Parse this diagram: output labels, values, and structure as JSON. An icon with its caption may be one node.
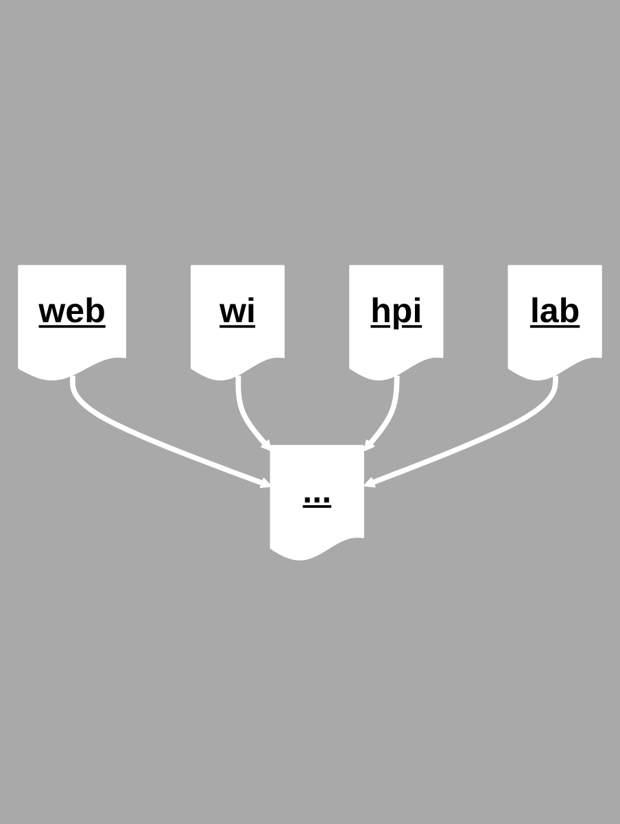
{
  "diagram": {
    "nodes": [
      {
        "text": [
          "web"
        ]
      },
      {
        "text": [
          "wi"
        ]
      },
      {
        "text": [
          "..."
        ]
      },
      {
        "text": [
          "hpi"
        ]
      },
      {
        "text": [
          "lab"
        ]
      }
    ],
    "edges": [
      {
        "from": 0,
        "to": 2,
        "arrow": "to"
      },
      {
        "from": 1,
        "to": 2,
        "arrow": "to"
      },
      {
        "from": 3,
        "to": 2,
        "arrow": "to"
      },
      {
        "from": 4,
        "to": 2,
        "arrow": "to"
      }
    ]
  }
}
